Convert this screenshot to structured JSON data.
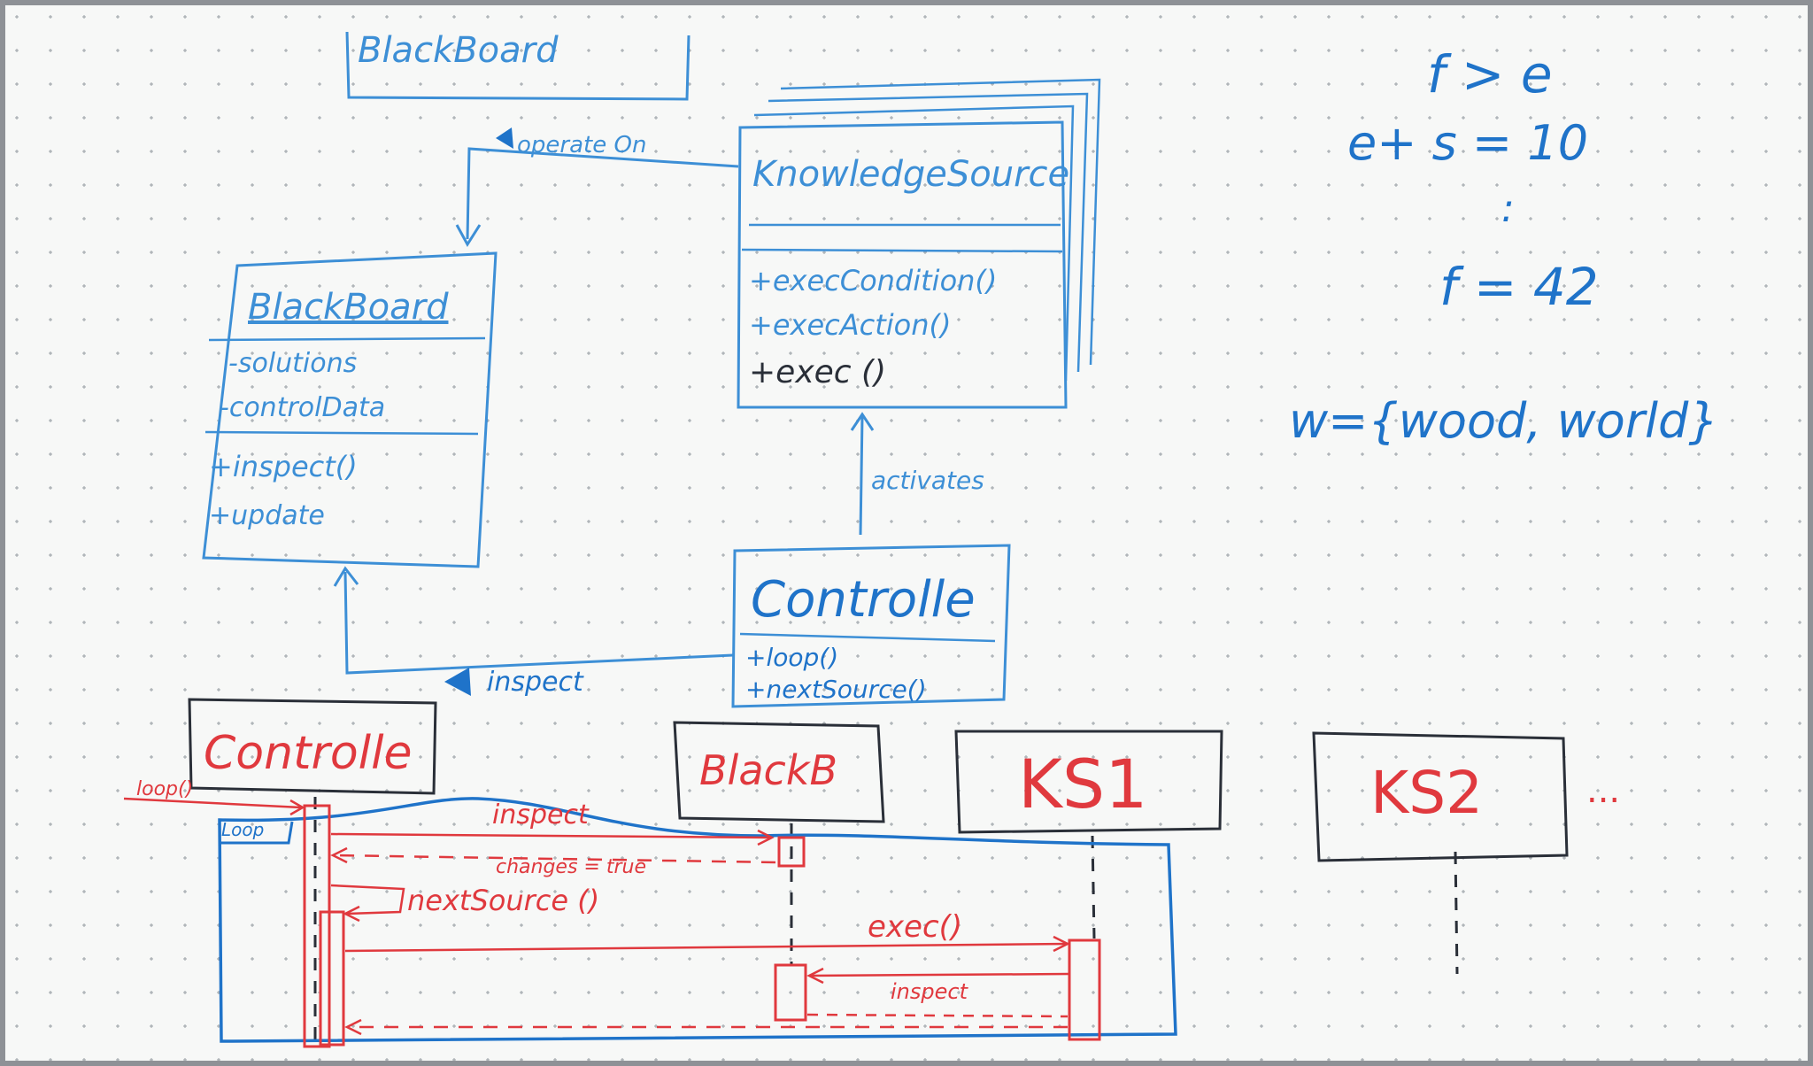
{
  "title_box": {
    "label": "BlackBoard"
  },
  "class_diagram": {
    "blackboard": {
      "name": "BlackBoard",
      "attributes": [
        "-solutions",
        "-controlData"
      ],
      "operations": [
        "+inspect()",
        "+update"
      ]
    },
    "knowledge_source": {
      "name": "KnowledgeSource",
      "operations": [
        "+execCondition()",
        "+execAction()",
        "+exec ()"
      ]
    },
    "controller": {
      "name": "Controlle",
      "operations": [
        "+loop()",
        "+nextSource()"
      ]
    },
    "relations": {
      "operate_on": "operate On",
      "activates": "activates",
      "inspect": "inspect"
    }
  },
  "math_notes": [
    "f > e",
    "e+ s = 10",
    ":",
    "f = 42",
    "w={wood, world}"
  ],
  "sequence_diagram": {
    "lifelines": [
      "Controlle",
      "BlackB",
      "KS1",
      "KS2"
    ],
    "ellipsis": "...",
    "loop_label": "Loop",
    "messages": {
      "loop_call": "loop()",
      "inspect": "inspect",
      "changes_return": "changes = true",
      "next_source": "nextSource ()",
      "exec": "exec()",
      "inspect_ks": "inspect"
    }
  },
  "colors": {
    "board": "#f7f8f7",
    "frame": "#8e9196",
    "light_blue_marker": "#3d8fd6",
    "blue_marker": "#1f73c9",
    "red_marker": "#e0393e",
    "black_marker": "#2a2f38"
  }
}
